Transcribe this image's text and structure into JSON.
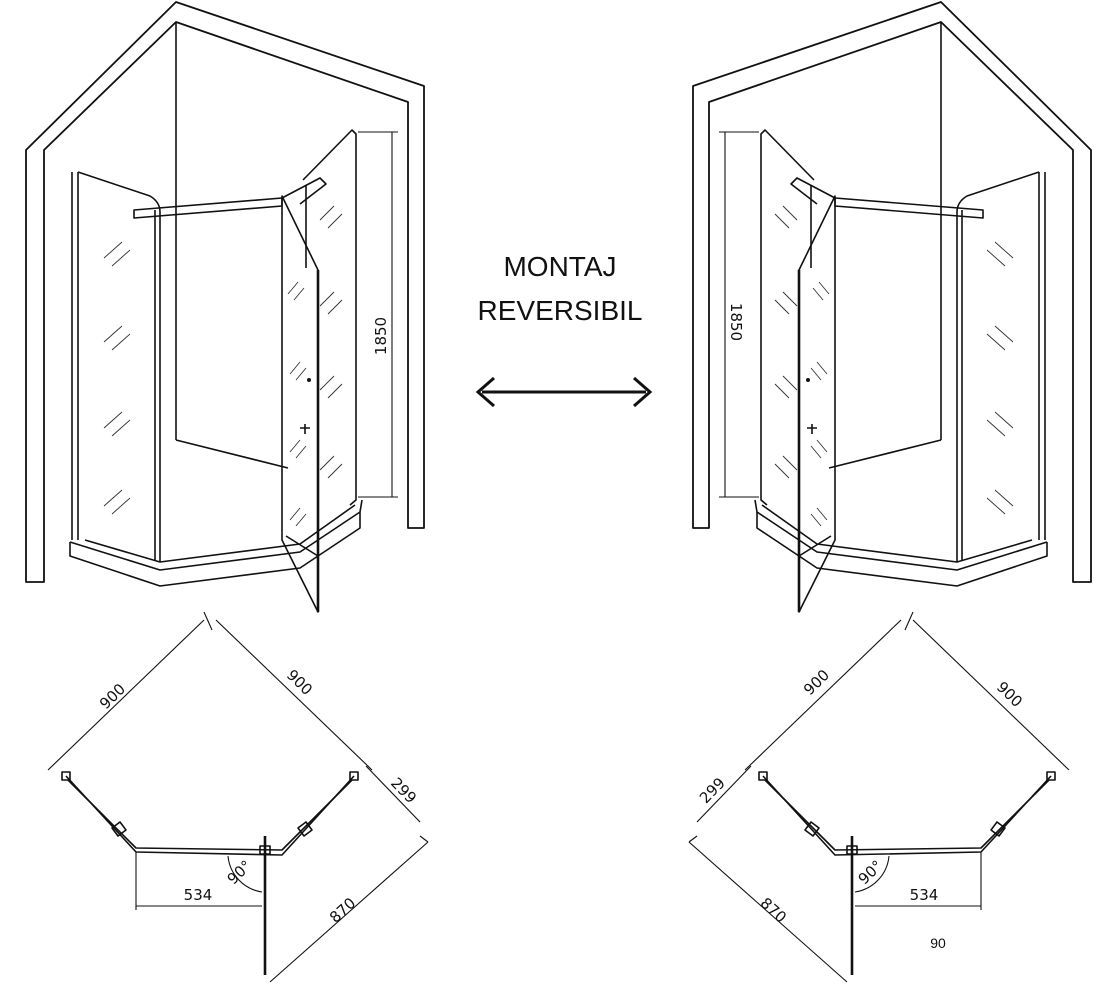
{
  "heading": {
    "line1": "MONTAJ",
    "line2": "REVERSIBIL"
  },
  "dimensions": {
    "height": "1850",
    "side_a": "900",
    "side_b": "900",
    "return_panel": "299",
    "front_width": "534",
    "door_width": "870",
    "angle": "90°"
  },
  "footer_label": "90",
  "icons": {
    "reverse_arrow": "double-arrow-icon"
  }
}
